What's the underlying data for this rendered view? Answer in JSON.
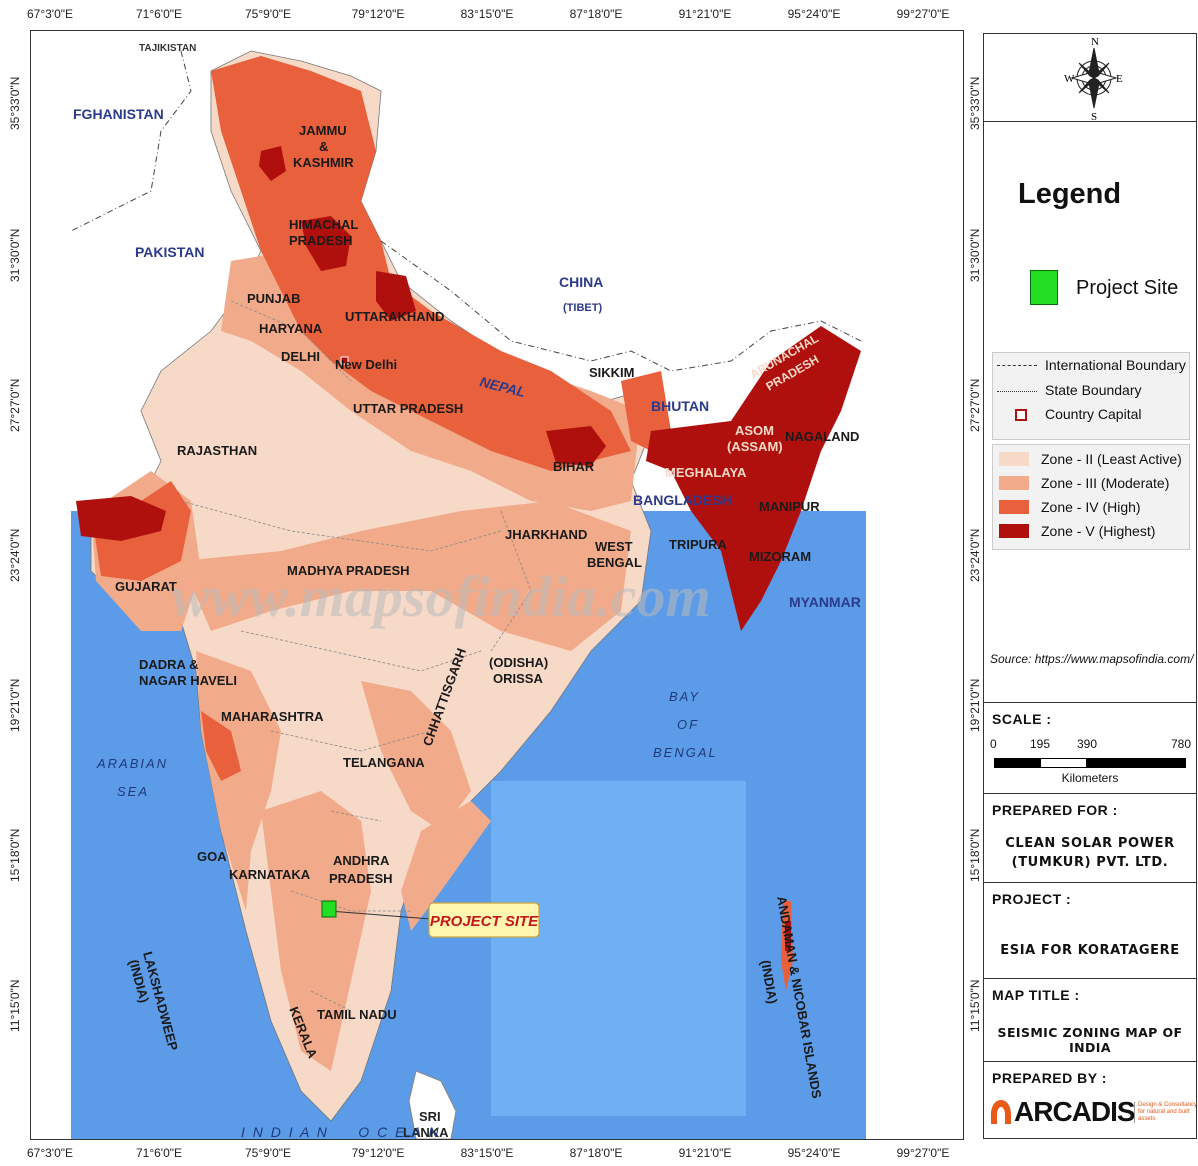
{
  "coords": {
    "top": [
      "67°3'0\"E",
      "71°6'0\"E",
      "75°9'0\"E",
      "79°12'0\"E",
      "83°15'0\"E",
      "87°18'0\"E",
      "91°21'0\"E",
      "95°24'0\"E",
      "99°27'0\"E"
    ],
    "left": [
      "35°33'0\"N",
      "31°30'0\"N",
      "27°27'0\"N",
      "23°24'0\"N",
      "19°21'0\"N",
      "15°18'0\"N",
      "11°15'0\"N"
    ]
  },
  "map": {
    "countries": [
      "FGHANISTAN",
      "PAKISTAN",
      "CHINA",
      "(TIBET)",
      "NEPAL",
      "BHUTAN",
      "BANGLADESH",
      "MYANMAR",
      "SRI",
      "LANKA",
      "TAJIKISTAN"
    ],
    "states": {
      "jk": [
        "JAMMU",
        "&",
        "KASHMIR"
      ],
      "hp": [
        "HIMACHAL",
        "PRADESH"
      ],
      "punjab": "PUNJAB",
      "haryana": "HARYANA",
      "delhi": "DELHI",
      "newdelhi": "New Delhi",
      "uttarakhand": "UTTARAKHAND",
      "up": "UTTAR PRADESH",
      "rajasthan": "RAJASTHAN",
      "gujarat": "GUJARAT",
      "mp": "MADHYA PRADESH",
      "bihar": "BIHAR",
      "sikkim": "SIKKIM",
      "arunachal": [
        "ARUNACHAL",
        "PRADESH"
      ],
      "assam": [
        "ASOM",
        "(ASSAM)"
      ],
      "nagaland": "NAGALAND",
      "meghalaya": "MEGHALAYA",
      "manipur": "MANIPUR",
      "tripura": "TRIPURA",
      "mizoram": "MIZORAM",
      "jharkhand": "JHARKHAND",
      "wb": [
        "WEST",
        "BENGAL"
      ],
      "chhattisgarh": "CHHATTISGARH",
      "odisha": [
        "(ODISHA)",
        "ORISSA"
      ],
      "dnh": [
        "DADRA &",
        "NAGAR HAVELI"
      ],
      "maharashtra": "MAHARASHTRA",
      "telangana": "TELANGANA",
      "goa": "GOA",
      "karnataka": "KARNATAKA",
      "ap": [
        "ANDHRA",
        "PRADESH"
      ],
      "kerala": "KERALA",
      "tn": "TAMIL NADU",
      "lakshadweep": [
        "LAKSHADWEEP",
        "(INDIA)"
      ],
      "andaman": [
        "ANDAMAN & NICOBAR ISLANDS",
        "(INDIA)"
      ]
    },
    "seas": {
      "arabian": [
        "ARABIAN",
        "SEA"
      ],
      "bay": [
        "BAY",
        "OF",
        "BENGAL"
      ],
      "indian_ocean": "I N D I A N     O C E A N"
    },
    "watermark": "www.mapsofindia.com",
    "callout": "PROJECT SITE"
  },
  "panel": {
    "north": {
      "n": "N",
      "s": "S",
      "e": "E",
      "w": "W"
    },
    "legend_title": "Legend",
    "project_site": "Project Site",
    "boundaries": [
      "International Boundary",
      "State Boundary",
      "Country Capital"
    ],
    "zones": [
      {
        "label": "Zone - II (Least Active)",
        "color": "#f7d9c8"
      },
      {
        "label": "Zone - III (Moderate)",
        "color": "#f2ab8a"
      },
      {
        "label": "Zone - IV (High)",
        "color": "#e8603c"
      },
      {
        "label": "Zone - V (Highest)",
        "color": "#b0100d"
      }
    ],
    "source": "Source: https://www.mapsofindia.com/",
    "scale_label": "SCALE :",
    "scale_ticks": [
      "0",
      "195",
      "390",
      "780"
    ],
    "scale_units": "Kilometers",
    "prepared_for_label": "PREPARED FOR :",
    "prepared_for": [
      "CLEAN SOLAR POWER",
      "(TUMKUR) PVT. LTD."
    ],
    "project_label": "PROJECT :",
    "project": "ESIA FOR KORATAGERE",
    "title_label": "MAP TITLE :",
    "title": "SEISMIC ZONING MAP OF INDIA",
    "prepared_by_label": "PREPARED BY :",
    "logo_text": "ARCADIS",
    "logo_tag": "Design & Consultancy for natural and built assets"
  },
  "colors": {
    "sea": "#5b9be8",
    "site": "#22dd22",
    "zone2": "#f7d9c8",
    "zone3": "#f2ab8a",
    "zone4": "#e8603c",
    "zone5": "#b0100d"
  }
}
